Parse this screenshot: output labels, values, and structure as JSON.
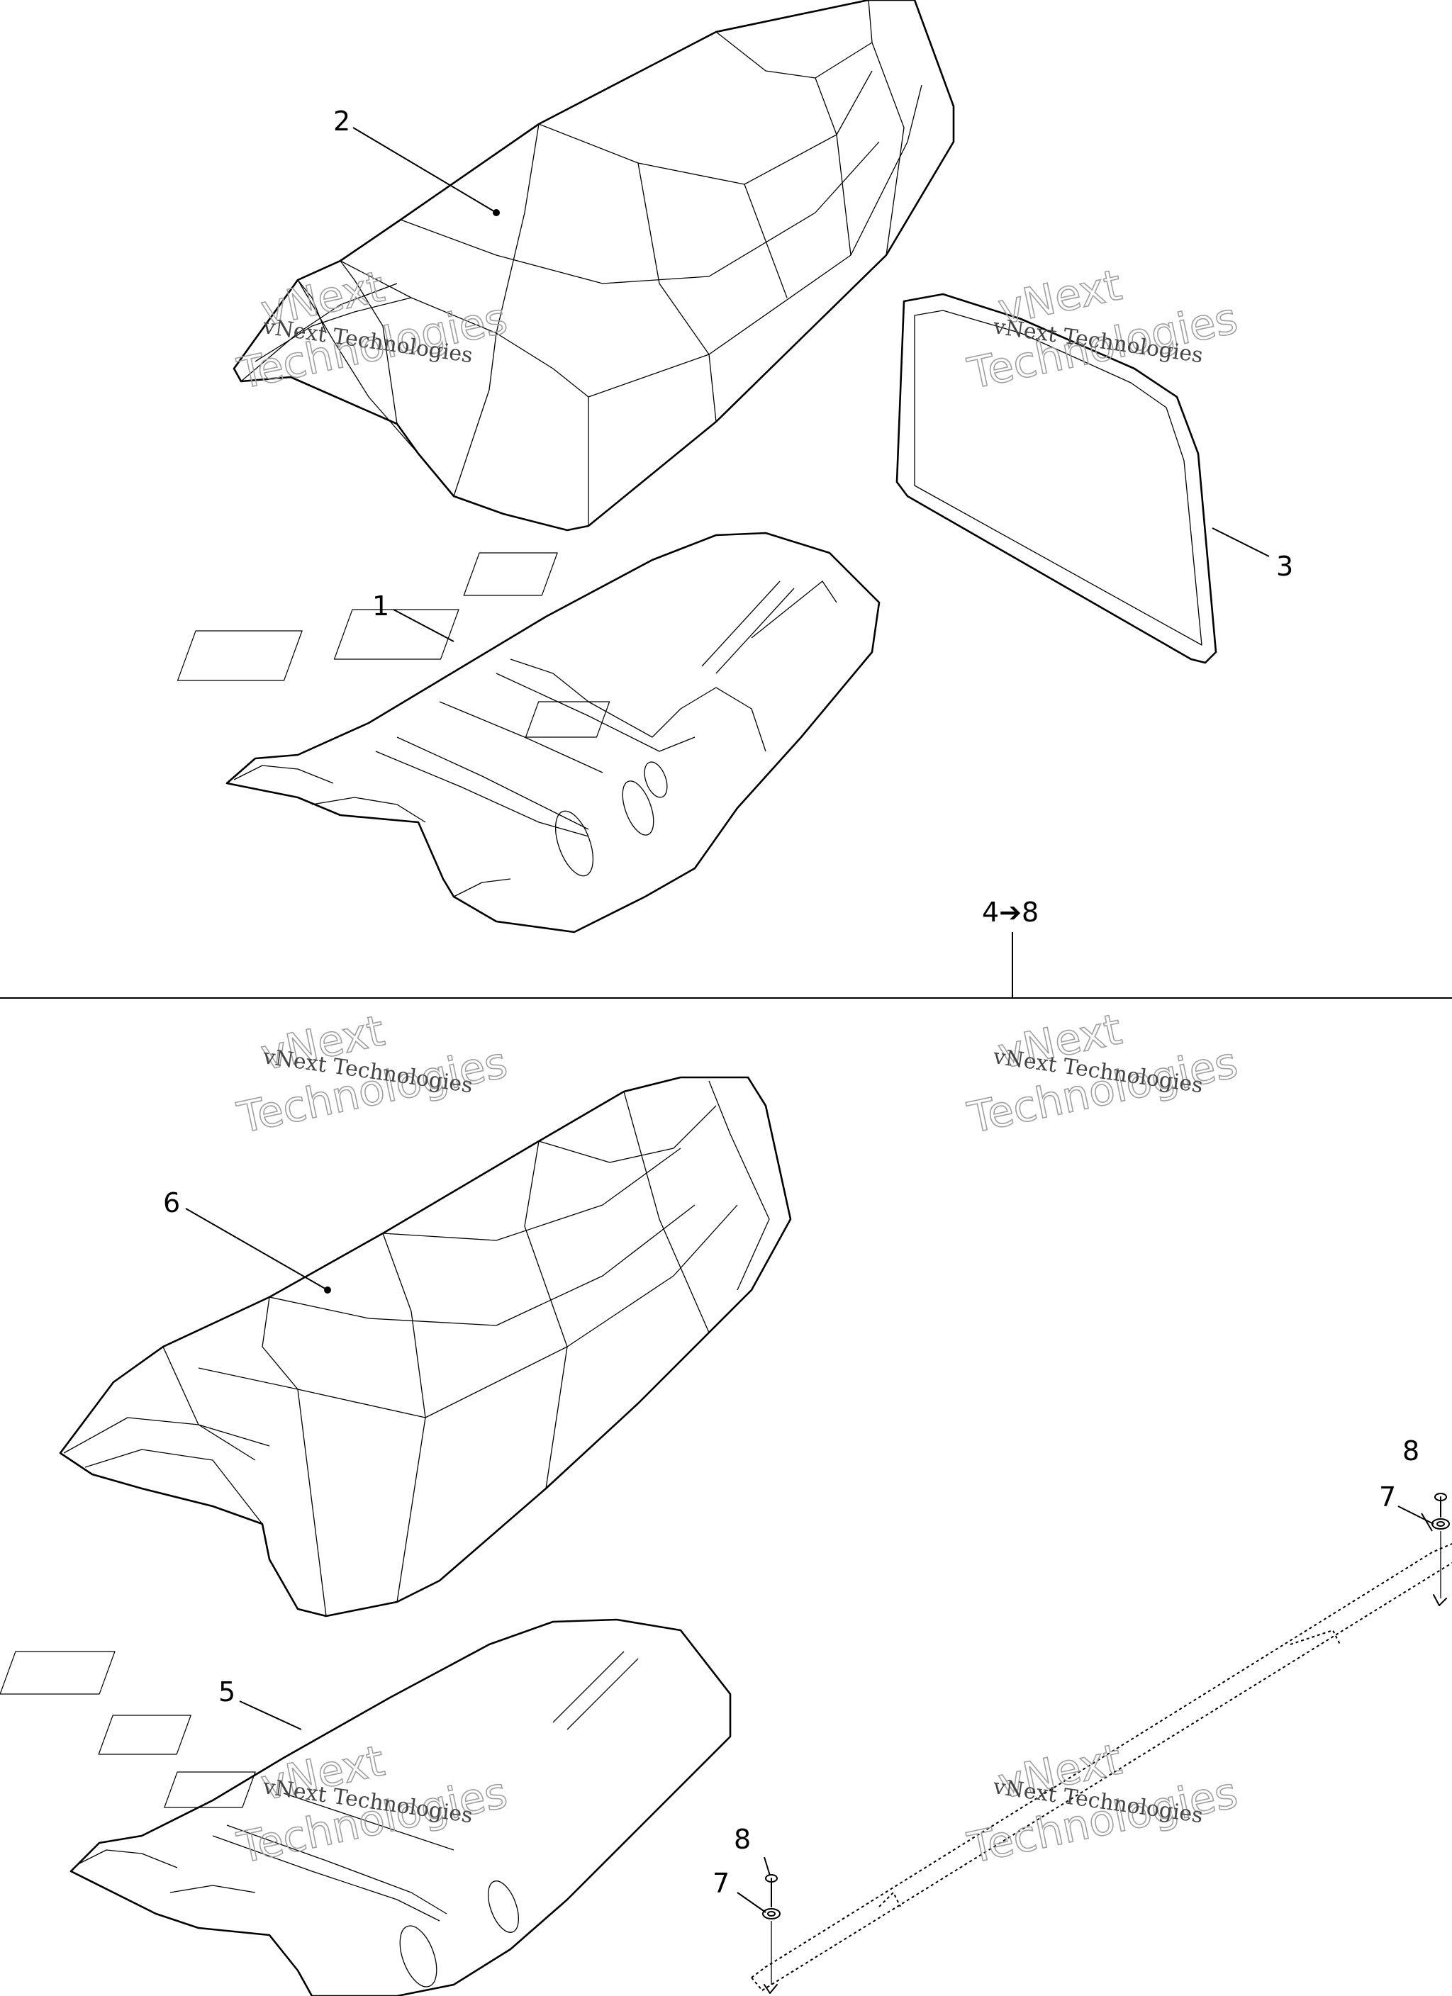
{
  "callouts": {
    "c1": "1",
    "c2": "2",
    "c3": "3",
    "c4to8": "4➔8",
    "c5": "5",
    "c6": "6",
    "c7a": "7",
    "c7b": "7",
    "c8a": "8",
    "c8b": "8"
  },
  "watermark": {
    "line1": "vNext Technologies",
    "line2": "vNext",
    "line3": "Technologies"
  }
}
